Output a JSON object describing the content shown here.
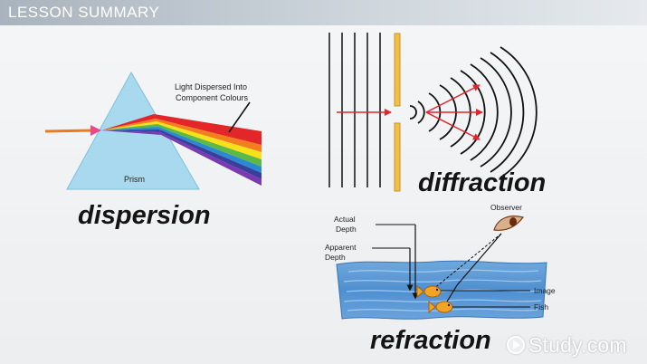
{
  "header": {
    "title": "LESSON SUMMARY"
  },
  "dispersion": {
    "caption": "dispersion",
    "label_light_line1": "Light Dispersed Into",
    "label_light_line2": "Component Colours",
    "label_prism": "Prism",
    "spectrum_colors": [
      "#e3262a",
      "#f47d20",
      "#f7e21a",
      "#5db848",
      "#2a8ad0",
      "#3a3f9e",
      "#7a3bb0"
    ]
  },
  "diffraction": {
    "caption": "diffraction"
  },
  "refraction": {
    "caption": "refraction",
    "label_actual_line1": "Actual",
    "label_actual_line2": "Depth",
    "label_apparent_line1": "Apparent",
    "label_apparent_line2": "Depth",
    "label_observer": "Observer",
    "label_image": "Image",
    "label_fish": "Fish"
  },
  "logo": {
    "text": "Study.com",
    "icon": "play-icon"
  }
}
